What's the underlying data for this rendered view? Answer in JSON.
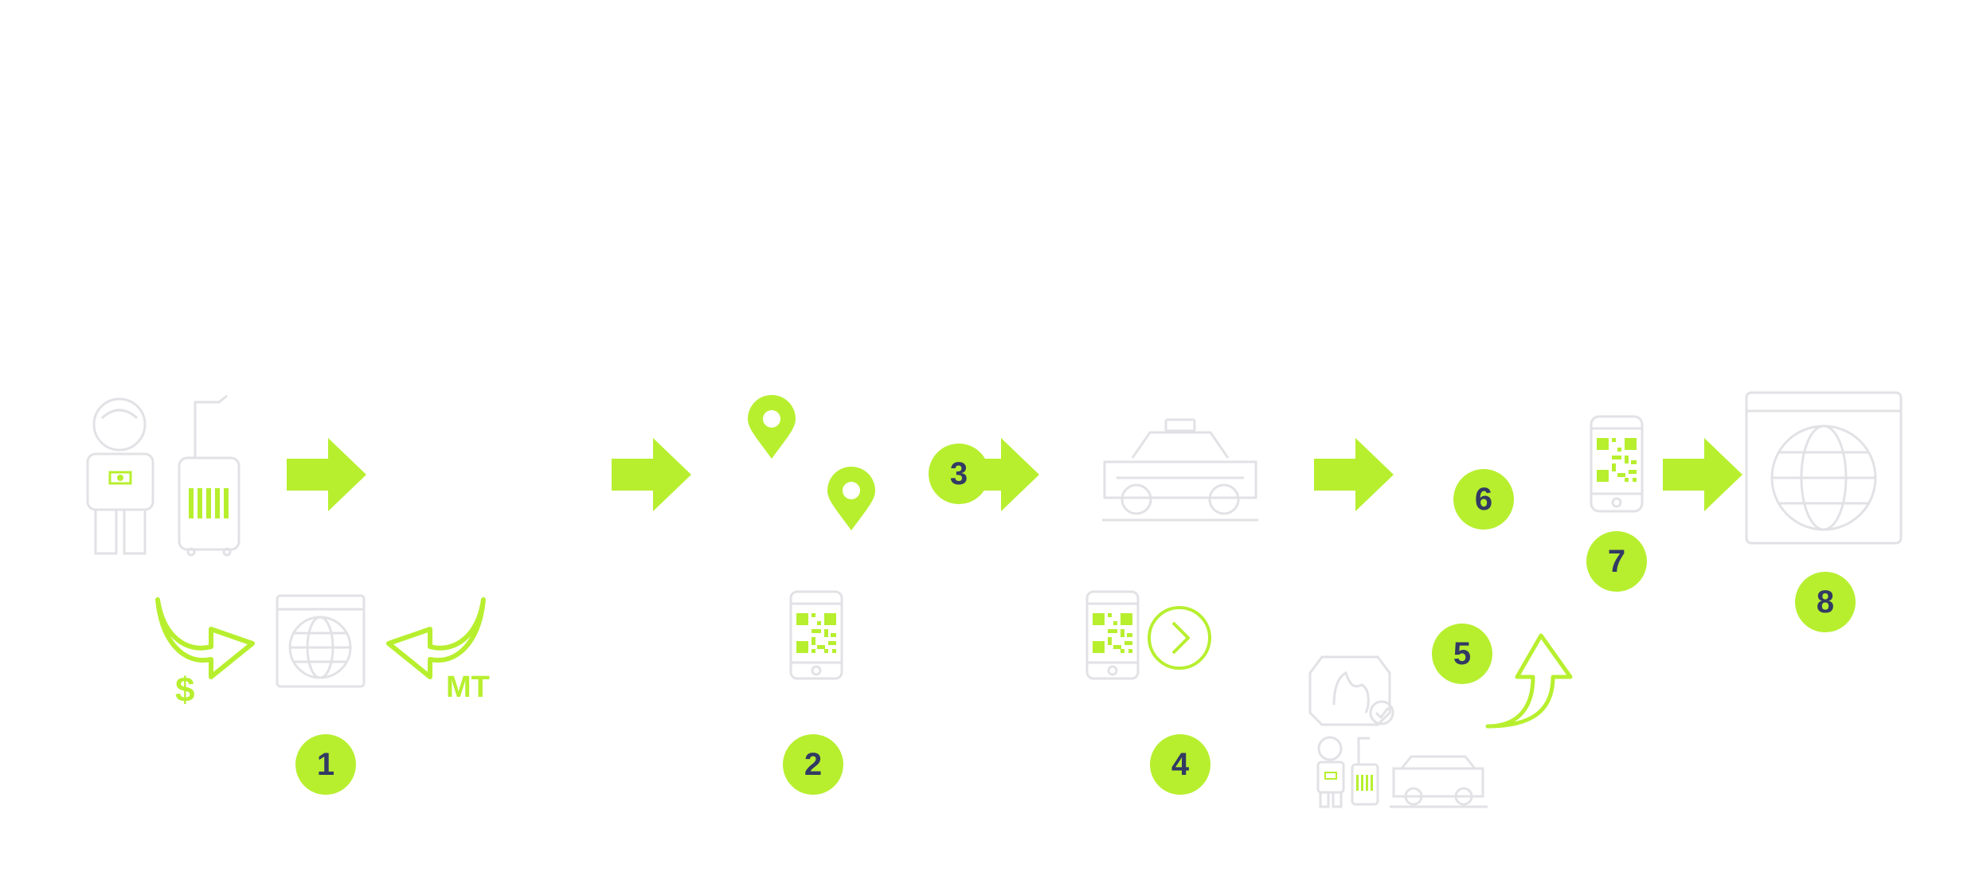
{
  "colors": {
    "accent": "#b7ef2f",
    "badge_text": "#333a63",
    "outline": "#e2e2e6",
    "background": "#ffffff"
  },
  "steps": [
    {
      "number": "1"
    },
    {
      "number": "2"
    },
    {
      "number": "3"
    },
    {
      "number": "4"
    },
    {
      "number": "5"
    },
    {
      "number": "6"
    },
    {
      "number": "7"
    },
    {
      "number": "8"
    }
  ],
  "labels": {
    "currency_symbol": "$",
    "mt_label": "MT"
  },
  "icons": [
    "traveler-with-luggage-icon",
    "arrow-right-icon",
    "money-curved-arrow-icon",
    "globe-browser-icon",
    "mt-curved-arrow-icon",
    "location-pin-icon",
    "phone-qr-code-icon",
    "taxi-icon",
    "chevron-circle-icon",
    "hand-approval-icon",
    "curved-up-arrow-icon",
    "globe-browser-icon"
  ]
}
